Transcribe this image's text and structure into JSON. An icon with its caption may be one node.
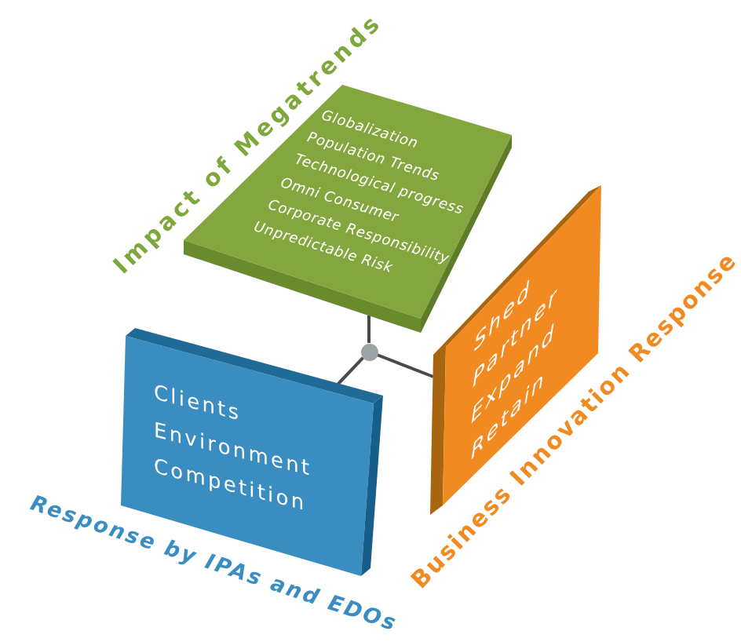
{
  "diagram": {
    "nodes": [
      {
        "text": [
          "Globalization",
          "Population Trends",
          "Technological progress",
          "Omni Consumer",
          "Corporate Responsibility",
          "Unpredictable Risk"
        ],
        "beside": [
          "Impact of Megatrends"
        ]
      },
      {
        "text": [
          "Clients",
          "Environment",
          "Competition"
        ],
        "beside": [
          "Response by IPAs and EDOs"
        ]
      },
      {
        "text": [
          "Shed",
          "Partner",
          "Expand",
          "Retain"
        ],
        "beside": [
          "Business Innovation Response"
        ]
      },
      {
        "text": [],
        "shape": "circle"
      }
    ],
    "edges": [
      {
        "from": 3,
        "to": 0,
        "arrow": "none"
      },
      {
        "from": 3,
        "to": 1,
        "arrow": "none"
      },
      {
        "from": 3,
        "to": 2,
        "arrow": "none"
      }
    ]
  }
}
